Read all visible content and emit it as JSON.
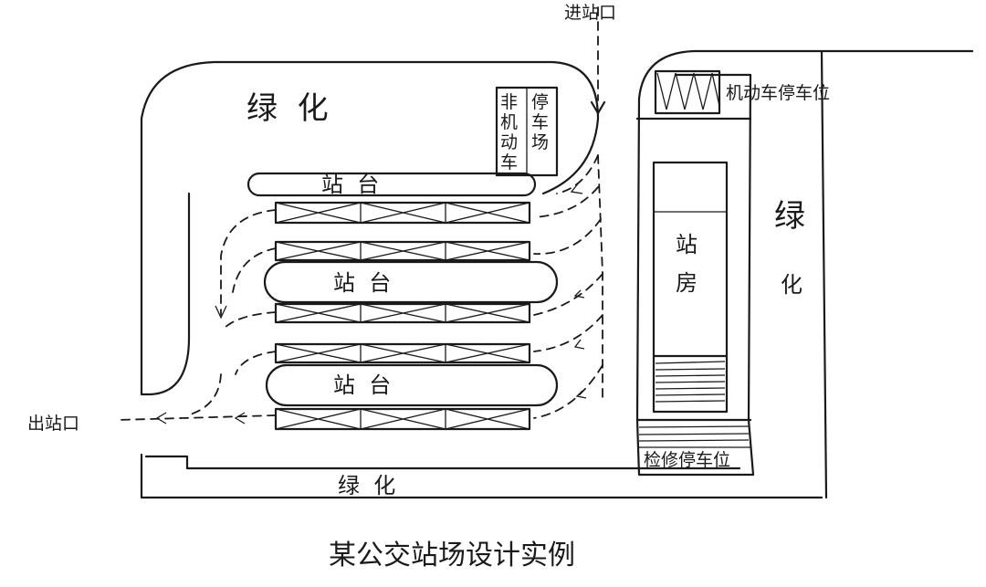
{
  "labels": {
    "entrance": "进站口",
    "exit": "出站口",
    "green_top": "绿  化",
    "green_right_1": "绿",
    "green_right_2": "化",
    "green_bottom": "绿  化",
    "platform": "站  台",
    "station_house_1": "站",
    "station_house_2": "房",
    "nonmotor_parking": [
      "非机动车",
      "停车场"
    ],
    "motor_parking": "机动车停车位",
    "inspection_parking": "检修停车位",
    "caption": "某公交站场设计实例"
  }
}
